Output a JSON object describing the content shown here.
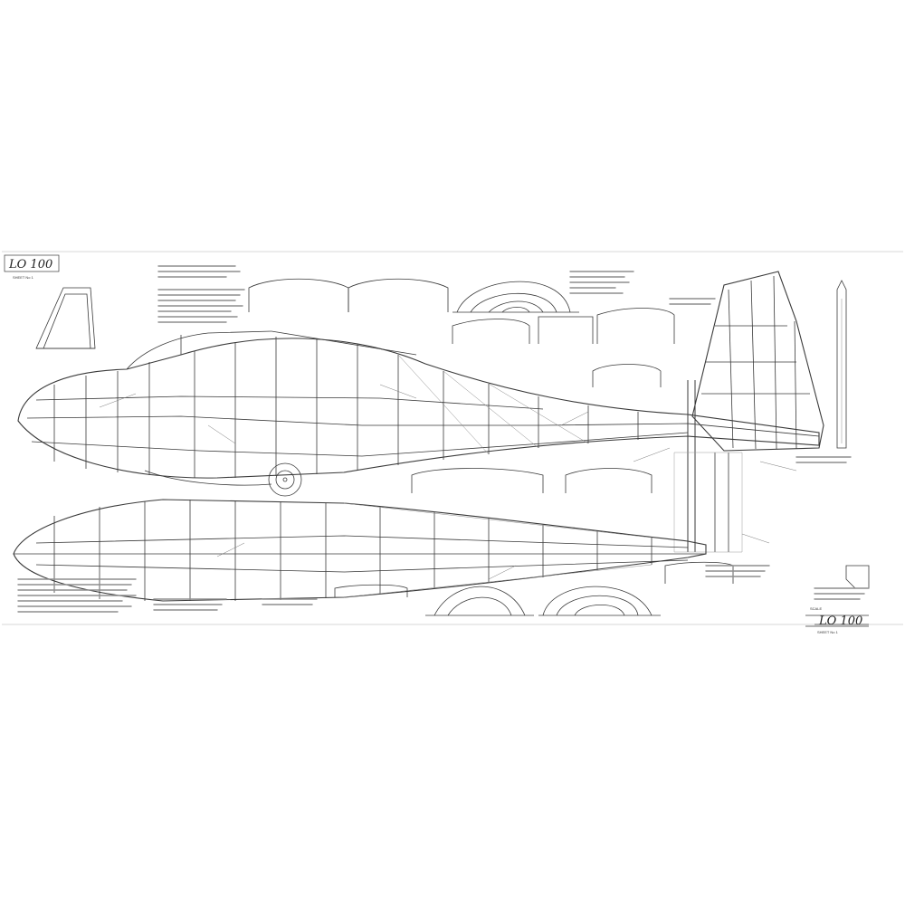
{
  "drawing": {
    "title_top": "LO 100",
    "sheet_ref_top": "SHEET No 1",
    "title_bottom": "LO 100",
    "scale_bottom": "SCALE",
    "sheet_ref_bottom": "SHEET No 1"
  },
  "colors": {
    "line": "#3a3a3a",
    "faint": "#9a9a9a",
    "paper": "#ffffff"
  }
}
